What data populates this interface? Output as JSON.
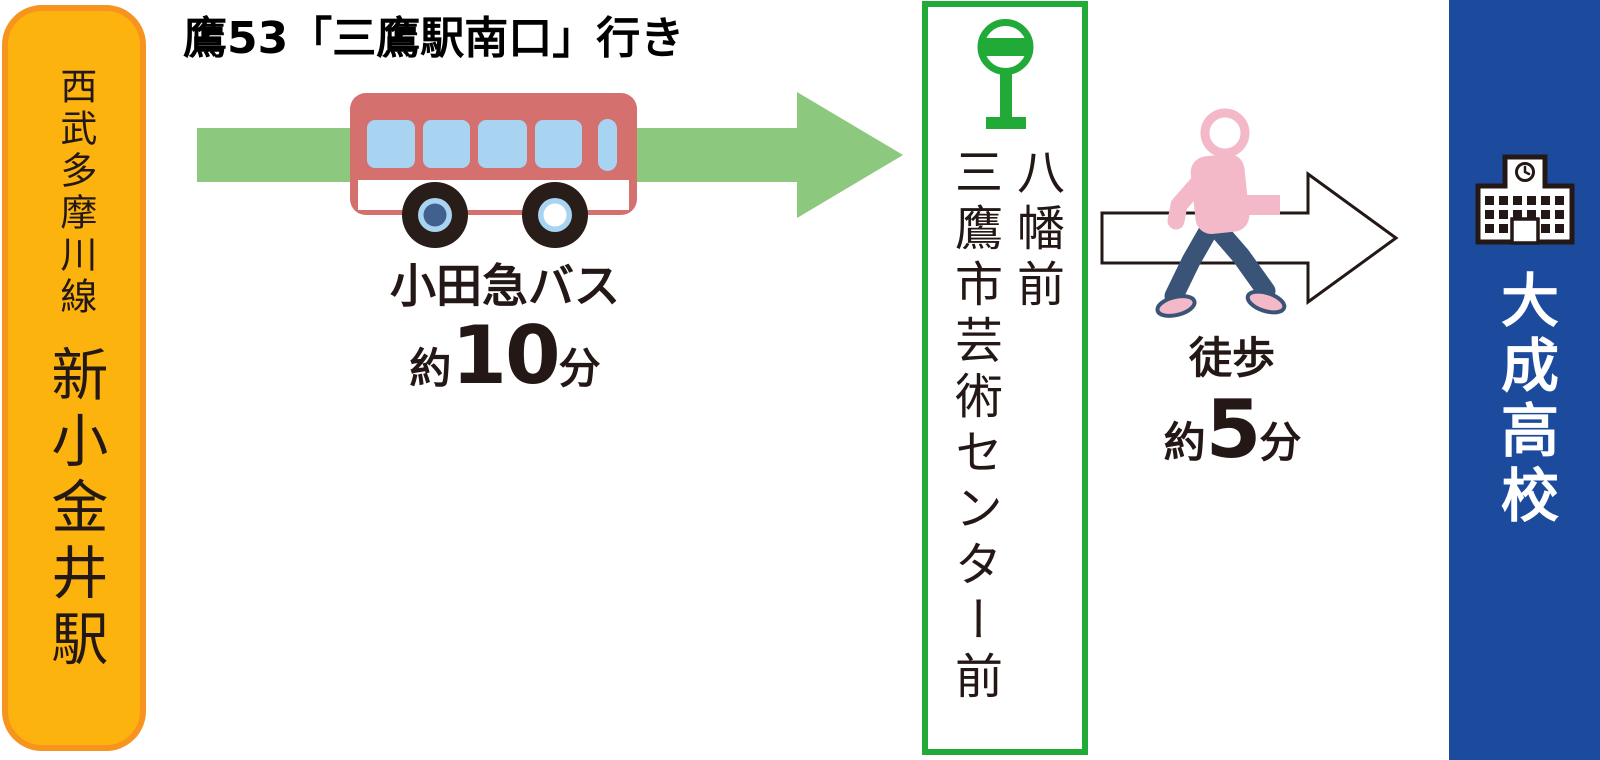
{
  "colors": {
    "station_fill": "#FDB30E",
    "station_border": "#F7941E",
    "arrow_green": "#8CC87E",
    "sign_green": "#21AA38",
    "school_blue": "#1C4B9D",
    "bus_red": "#D4706E",
    "window_blue": "#A8D4F2",
    "wheel_black": "#281D18",
    "hub_navy": "#41608E",
    "person_pink": "#F3B9C8",
    "pants_navy": "#3A5477",
    "ink": "#231815"
  },
  "origin": {
    "line": "西武多摩川線",
    "station": "新小金井駅"
  },
  "bus_leg": {
    "route_label": "鷹53「三鷹駅南口」行き",
    "operator": "小田急バス",
    "duration": {
      "prefix": "約",
      "value": "10",
      "unit": "分"
    }
  },
  "bus_stop": {
    "name_primary": "八幡前",
    "name_secondary": "三鷹市芸術センター前"
  },
  "walk_leg": {
    "mode": "徒歩",
    "duration": {
      "prefix": "約",
      "value": "5",
      "unit": "分"
    }
  },
  "destination": {
    "name": "大成高校"
  },
  "icons": {
    "green_arrow": "solid-right-arrow",
    "bus": "bus-side-view",
    "bus_stop_sign": "bus-stop-pole-sign",
    "walk_arrow": "outlined-right-arrow",
    "walker": "walking-person",
    "school": "school-building-with-clock"
  }
}
